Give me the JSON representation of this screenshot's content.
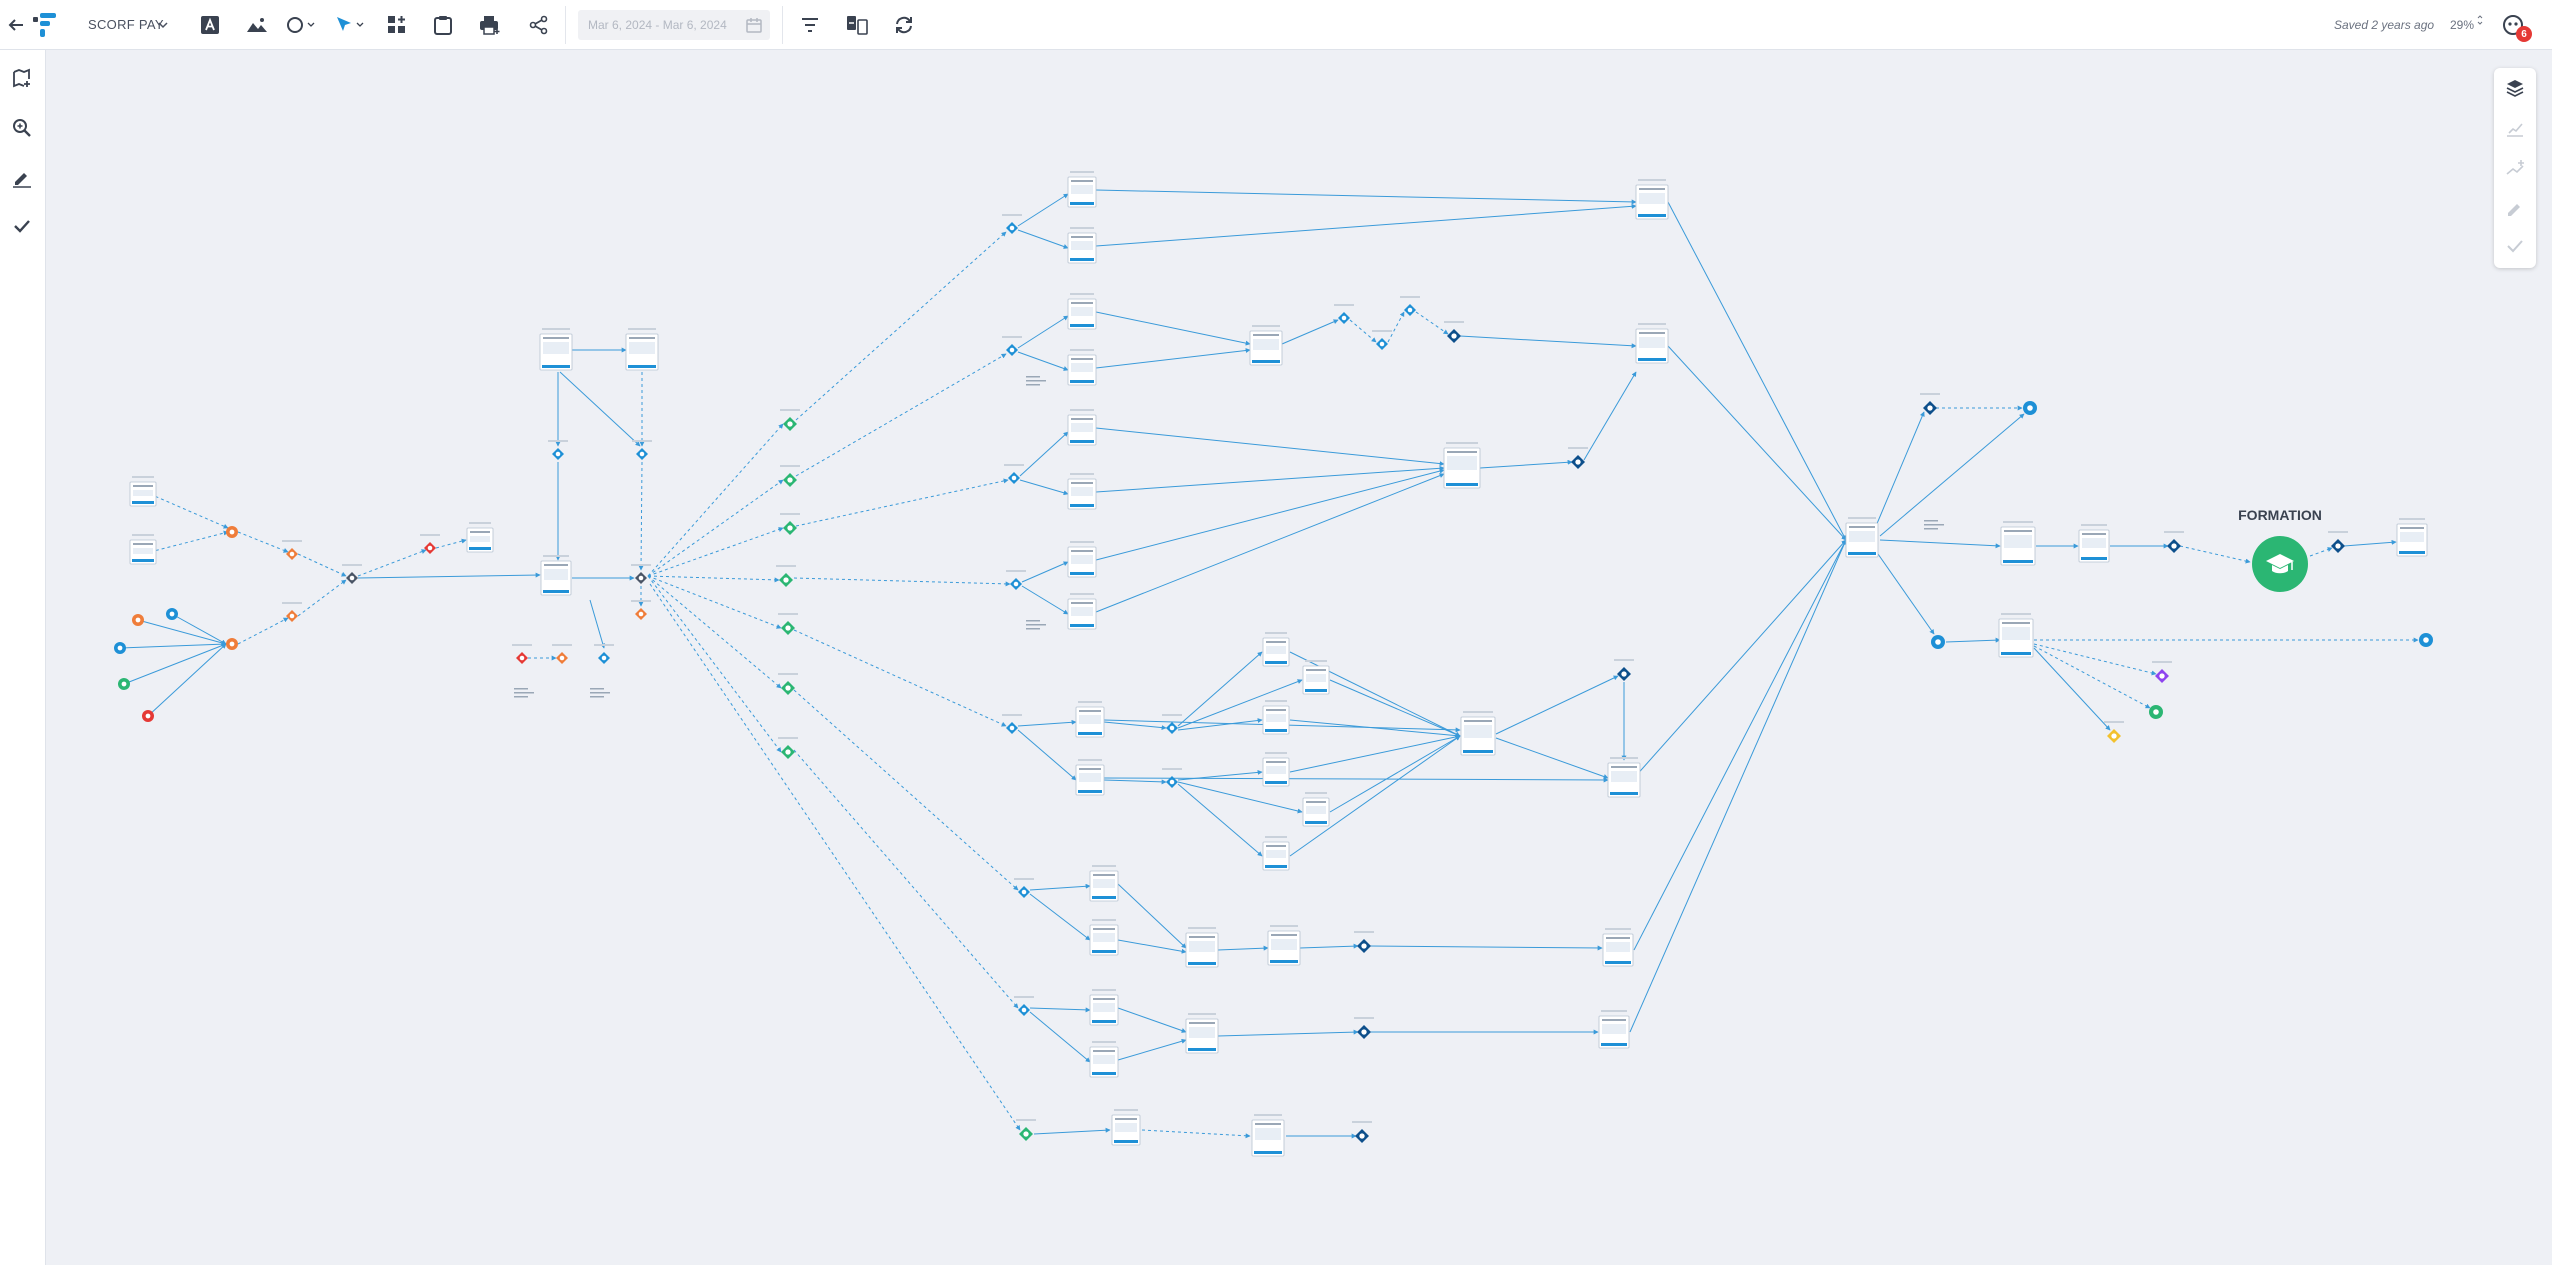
{
  "toolbar": {
    "project_name": "SCORF PAY",
    "date_range": "Mar 6, 2024 - Mar 6, 2024",
    "saved_status": "Saved 2 years ago",
    "zoom": "29%",
    "notification_count": "6"
  },
  "canvas": {
    "highlight_label": "FORMATION"
  },
  "colors": {
    "accent": "#1e90d6",
    "dark_blue": "#0d4f8b",
    "green": "#2bb673",
    "orange": "#ef7d3a",
    "red": "#e53935",
    "connector": "#3a9ad9",
    "canvas_bg": "#eef0f5"
  }
}
